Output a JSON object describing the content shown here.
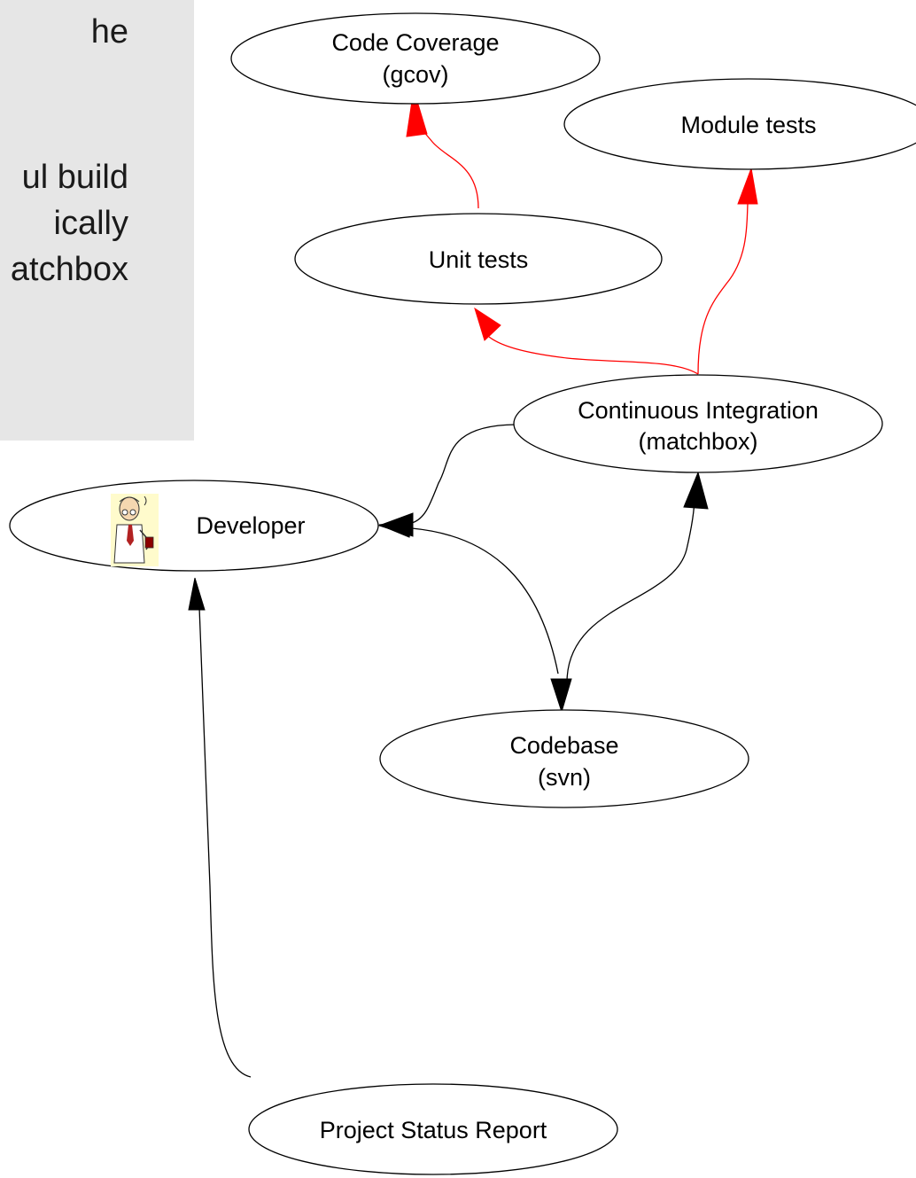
{
  "note_panel": {
    "lines": [
      "he",
      "ul build",
      "ically",
      "atchbox"
    ]
  },
  "nodes": {
    "code_coverage": {
      "line1": "Code Coverage",
      "line2": "(gcov)"
    },
    "module_tests": {
      "label": "Module tests"
    },
    "unit_tests": {
      "label": "Unit tests"
    },
    "ci": {
      "line1": "Continuous Integration",
      "line2": "(matchbox)"
    },
    "developer": {
      "label": "Developer",
      "icon": "dilbert-cartoon-icon"
    },
    "codebase": {
      "line1": "Codebase",
      "line2": "(svn)"
    },
    "status_report": {
      "label": "Project Status Report"
    }
  },
  "colors": {
    "node_stroke": "#000000",
    "edge_black": "#000000",
    "edge_red": "#ff0000",
    "note_background": "#e6e6e6"
  }
}
